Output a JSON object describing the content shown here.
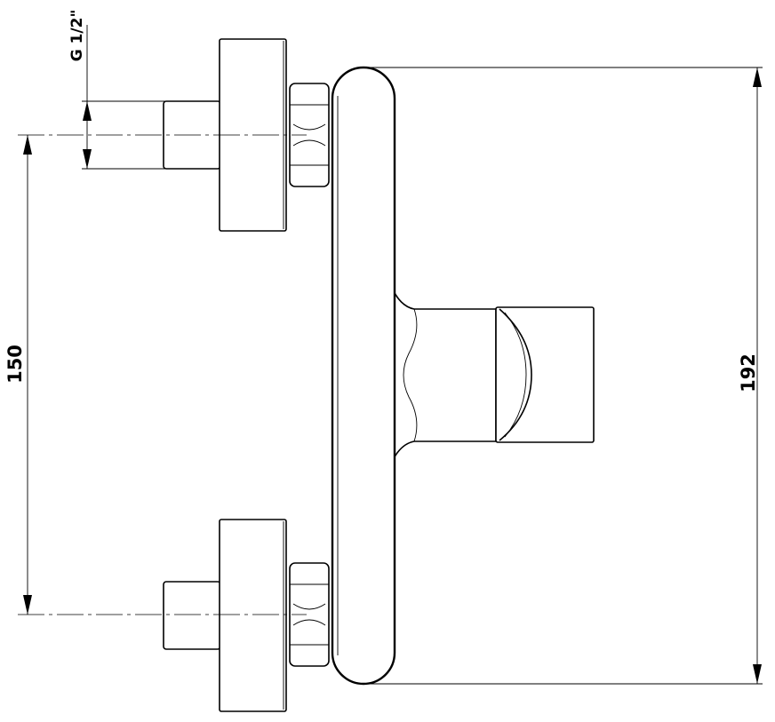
{
  "dimensions": {
    "pipe_spacing": "150",
    "total_height": "192",
    "thread_size": "G 1/2\""
  },
  "colors": {
    "line": "#000000",
    "background": "#ffffff"
  }
}
